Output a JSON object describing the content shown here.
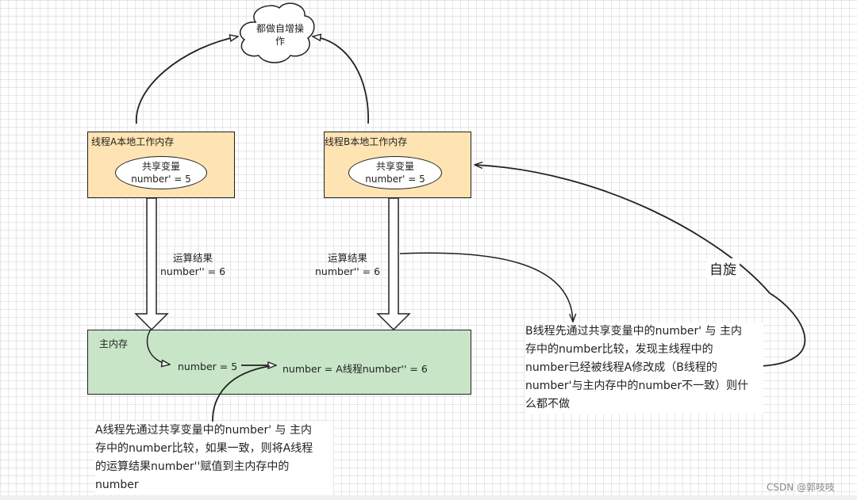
{
  "cloud": {
    "line1": "都做自增操",
    "line2": "作"
  },
  "thread_a": {
    "title": "线程A本地工作内存",
    "var_name": "共享变量",
    "var_value": "number' = 5"
  },
  "thread_b": {
    "title": "线程B本地工作内存",
    "var_name": "共享变量",
    "var_value": "number' = 5"
  },
  "result_a": {
    "line1": "运算结果",
    "line2": "number'' = 6"
  },
  "result_b": {
    "line1": "运算结果",
    "line2": "number'' = 6"
  },
  "main_memory": {
    "title": "主内存",
    "value_before": "number = 5",
    "value_after": "number = A线程number'' = 6"
  },
  "spin_label": "自旋",
  "note_a": {
    "line1": "A线程先通过共享变量中的number' 与 主内",
    "line2": "存中的number比较，如果一致，则将A线程",
    "line3": "的运算结果number''赋值到主内存中的",
    "line4": "number"
  },
  "note_b": {
    "line1": "B线程先通过共享变量中的number' 与 主内",
    "line2": "存中的number比较，发现主线程中的",
    "line3": "number已经被线程A修改成（B线程的",
    "line4": "number'与主内存中的number不一致）则什",
    "line5": "么都不做"
  },
  "watermark": "CSDN @郭吱吱",
  "colors": {
    "work_memory_fill": "#ffe4b3",
    "main_memory_fill": "#c8e5c8",
    "stroke": "#222222"
  }
}
